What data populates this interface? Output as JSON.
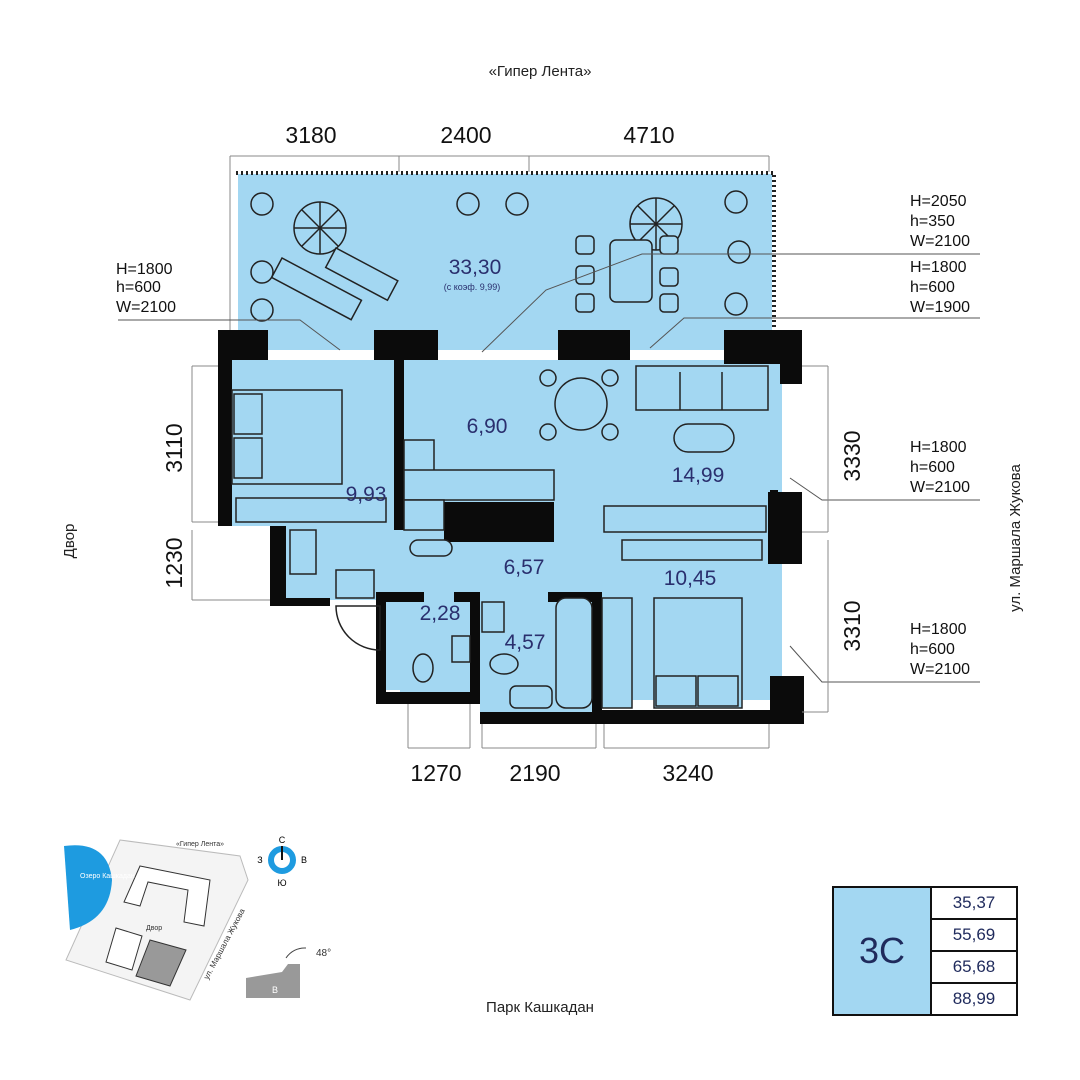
{
  "labels": {
    "top_street": "«Гипер Лента»",
    "bottom_street": "Парк Кашкадан",
    "left_side": "Двор",
    "right_street": "ул. Маршала Жукова"
  },
  "rooms": {
    "terrace": "33,30",
    "terrace_note": "(с коэф. 9,99)",
    "kitchen": "6,90",
    "living": "14,99",
    "bedroom_left": "9,93",
    "hall": "6,57",
    "wc": "2,28",
    "bath": "4,57",
    "bedroom_right": "10,45"
  },
  "dims": {
    "top": [
      "3180",
      "2400",
      "4710"
    ],
    "bottom": [
      "1270",
      "2190",
      "3240"
    ],
    "left": [
      "3110",
      "1230"
    ],
    "right": [
      "3330",
      "3310"
    ]
  },
  "windows": {
    "left_top": [
      "H=1800",
      "h=600",
      "W=2100"
    ],
    "right_top_a": [
      "H=2050",
      "h=350",
      "W=2100"
    ],
    "right_top_b": [
      "H=1800",
      "h=600",
      "W=1900"
    ],
    "right_mid": [
      "H=1800",
      "h=600",
      "W=2100"
    ],
    "right_low": [
      "H=1800",
      "h=600",
      "W=2100"
    ]
  },
  "minimap": {
    "lake": "Озеро Кашкадан",
    "store": "«Гипер Лента»",
    "yard": "Двор",
    "street": "ул. Маршала Жукова",
    "compass": {
      "n": "С",
      "s": "Ю",
      "w": "З",
      "e": "В"
    },
    "angle": "48°",
    "section": "В"
  },
  "legend": {
    "type": "3C",
    "values": [
      "35,37",
      "55,69",
      "65,68",
      "88,99"
    ]
  },
  "colors": {
    "room_fill": "#a3d7f2",
    "wall": "#0b0b0b",
    "text": "#2a2f6e"
  }
}
